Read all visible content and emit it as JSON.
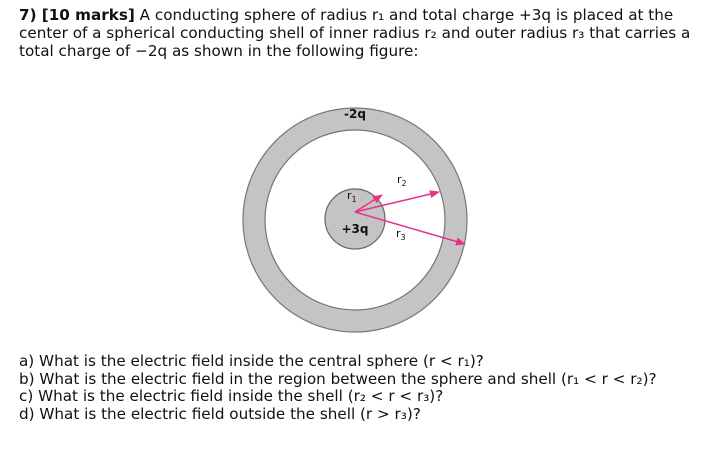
{
  "question": {
    "number_marks": "7) [10 marks]",
    "text": " A conducting sphere of radius r₁ and total charge +3q is placed at the center of a spherical conducting shell of inner radius r₂ and outer radius r₃ that carries a total charge of −2q as shown in the following figure:"
  },
  "figure": {
    "shell_charge": "-2q",
    "sphere_charge": "+3q",
    "r1_label": "r",
    "r1_sub": "1",
    "r2_label": "r",
    "r2_sub": "2",
    "r3_label": "r",
    "r3_sub": "3",
    "colors": {
      "shell_fill": "#c4c4c4",
      "shell_stroke": "#777777",
      "sphere_fill": "#c4c4c4",
      "arrow": "#e8338a"
    }
  },
  "sub_questions": [
    "a) What is the electric field inside the central sphere (r < r₁)?",
    "b) What is the electric field in the region between the sphere and shell (r₁ < r < r₂)?",
    "c) What is the electric field inside the shell (r₂ < r < r₃)?",
    "d) What is the electric field outside the shell (r > r₃)?"
  ]
}
